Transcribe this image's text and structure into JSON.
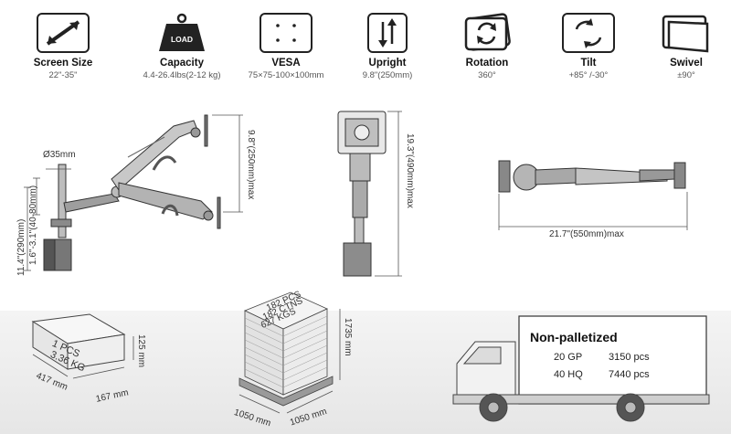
{
  "specs": [
    {
      "title": "Screen Size",
      "value": "22\"-35\"",
      "icon": "diagonal-arrow-icon"
    },
    {
      "title": "Capacity",
      "value": "4.4-26.4lbs(2-12 kg)",
      "icon": "weight-icon",
      "badge": "LOAD"
    },
    {
      "title": "VESA",
      "value": "75×75-100×100mm",
      "icon": "vesa-holes-icon"
    },
    {
      "title": "Upright",
      "value": "9.8\"(250mm)",
      "icon": "up-down-arrows-icon"
    },
    {
      "title": "Rotation",
      "value": "360°",
      "icon": "rotation-icon"
    },
    {
      "title": "Tilt",
      "value": "+85° /-30°",
      "icon": "tilt-icon"
    },
    {
      "title": "Swivel",
      "value": "±90°",
      "icon": "swivel-icon"
    }
  ],
  "dimensions": {
    "pole_diameter": "Ø35mm",
    "clamp_range": "1.6\"-3.1\"(40-80mm)",
    "base_height": "11.4\"(290mm)",
    "upright_max": "9.8\"(250mm)max",
    "total_height": "19.3\"(490mm)max",
    "extension_max": "21.7\"(550mm)max"
  },
  "single_box": {
    "line1": "1 PCS",
    "line2": "3.36 KG",
    "length": "417 mm",
    "width": "167 mm",
    "height": "125 mm"
  },
  "pallet": {
    "line1": "182 PCS",
    "line2": "182 CTNS",
    "line3": "627 KGS",
    "height": "1735 mm",
    "length": "1050 mm",
    "width": "1050 mm"
  },
  "shipping": {
    "title": "Non-palletized",
    "rows": [
      {
        "container": "20 GP",
        "qty": "3150 pcs"
      },
      {
        "container": "40 HQ",
        "qty": "7440 pcs"
      }
    ]
  }
}
